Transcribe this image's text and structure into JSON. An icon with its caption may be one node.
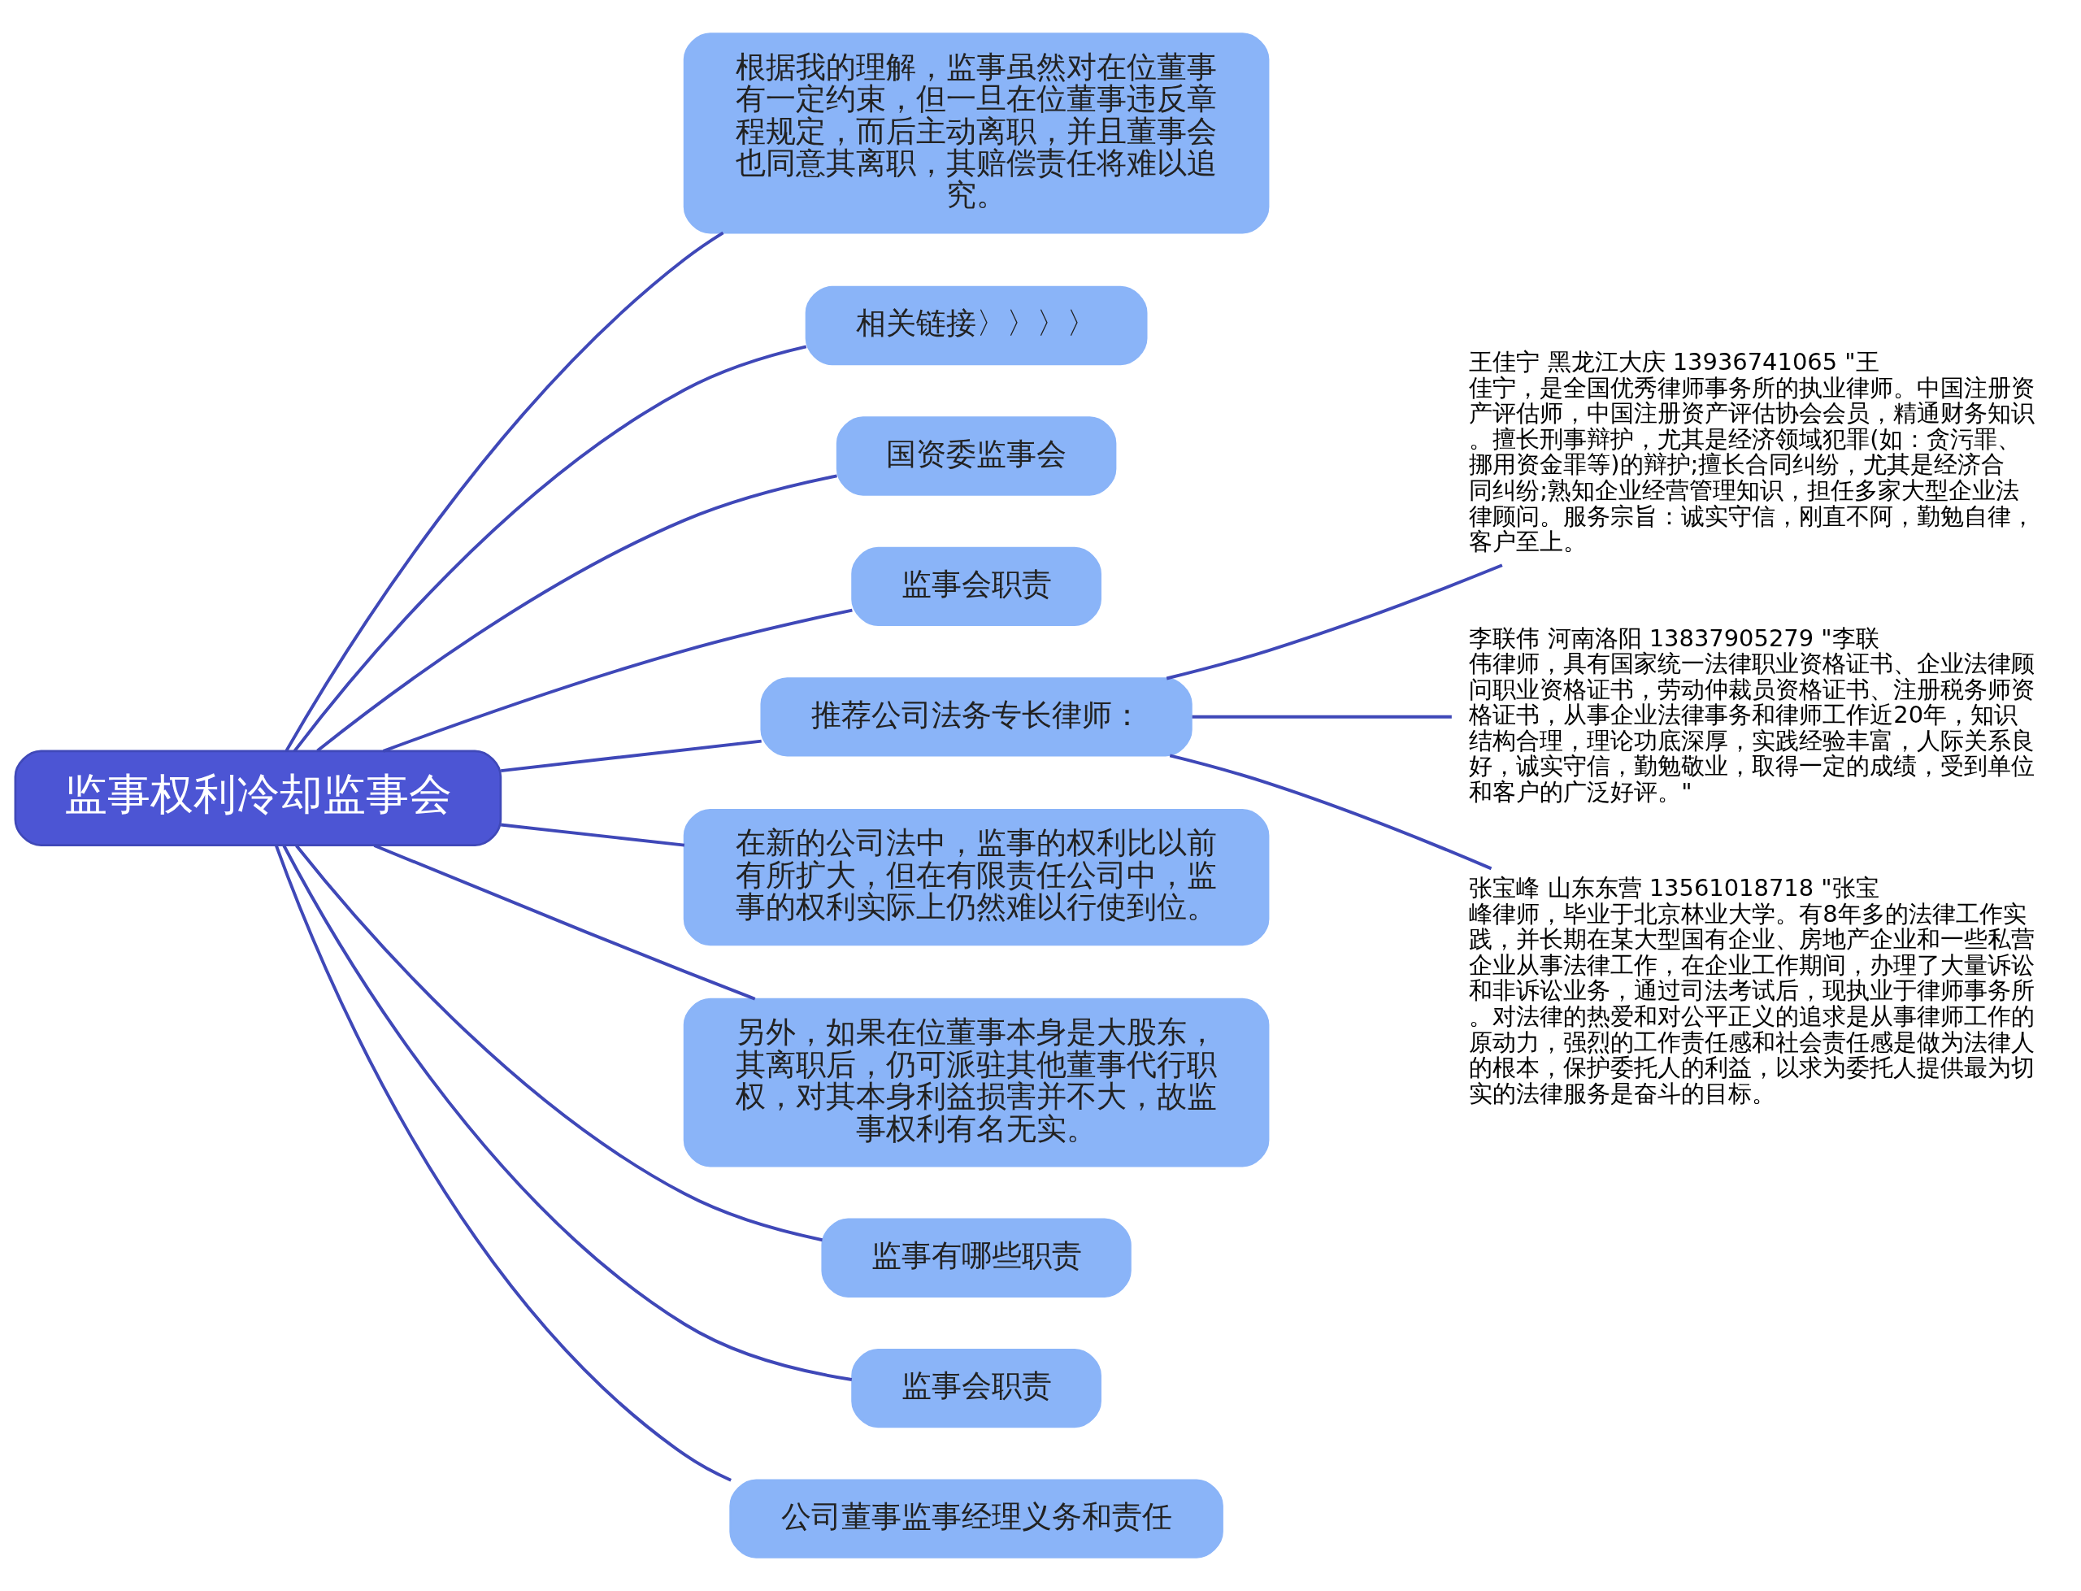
{
  "diagram": {
    "nodes": [
      {
        "text": [
          "监事权利冷却监事会"
        ]
      },
      {
        "text": [
          "根据我的理解，监事虽然对在位董事有一定约束，但一旦在位董事违反章程规定，而后主动离职，并且董事会也同意其离职，其赔偿责任将难以追究。"
        ]
      },
      {
        "text": [
          "相关链接〉〉〉〉"
        ]
      },
      {
        "text": [
          "国资委监事会"
        ]
      },
      {
        "text": [
          "监事会职责"
        ]
      },
      {
        "text": [
          "推荐公司法务专长律师："
        ]
      },
      {
        "text": [
          "王佳宁 黑龙江大庆 13936741065 \"王佳宁，是全国优秀律师事务所的执业律师。中国注册资产评估师，中国注册资产评估协会会员，精通财务知识。擅长刑事辩护，尤其是经济领域犯罪(如：贪污罪、挪用资金罪等)的辩护;擅长合同纠纷，尤其是经济合同纠纷;熟知企业经营管理知识，担任多家大型企业法律顾问。服务宗旨：诚实守信，刚直不阿，勤勉自律，客户至上。"
        ]
      },
      {
        "text": [
          "李联伟 河南洛阳 13837905279 \"李联伟律师，具有国家统一法律职业资格证书、企业法律顾问职业资格证书，劳动仲裁员资格证书、注册税务师资格证书，从事企业法律事务和律师工作近20年，知识结构合理，理论功底深厚，实践经验丰富，人际关系良好，诚实守信，勤勉敬业，取得一定的成绩，受到单位和客户的广泛好评。\""
        ]
      },
      {
        "text": [
          "张宝峰 山东东营 13561018718 \"张宝峰律师，毕业于北京林业大学。有8年多的法律工作实践，并长期在某大型国有企业、房地产企业和一些私营企业从事法律工作，在企业工作期间，办理了大量诉讼和非诉讼业务，通过司法考试后，现执业于律师事务所。对法律的热爱和对公平正义的追求是从事律师工作的原动力，强烈的工作责任感和社会责任感是做为法律人的根本，保护委托人的利益，以求为委托人提供最为切实的法律服务是奋斗的目标。"
        ]
      },
      {
        "text": [
          "在新的公司法中，监事的权利比以前有所扩大，但在有限责任公司中，监事的权利实际上仍然难以行使到位。"
        ]
      },
      {
        "text": [
          "另外，如果在位董事本身是大股东，其离职后，仍可派驻其他董事代行职权，对其本身利益损害并不大，故监事权利有名无实。"
        ]
      },
      {
        "text": [
          "监事有哪些职责"
        ]
      },
      {
        "text": [
          "监事会职责"
        ]
      },
      {
        "text": [
          "公司董事监事经理义务和责任"
        ]
      }
    ],
    "edges": [
      {
        "from": 0,
        "to": 1,
        "arrow": "none"
      },
      {
        "from": 0,
        "to": 2,
        "arrow": "none"
      },
      {
        "from": 0,
        "to": 3,
        "arrow": "none"
      },
      {
        "from": 0,
        "to": 4,
        "arrow": "none"
      },
      {
        "from": 0,
        "to": 5,
        "arrow": "none"
      },
      {
        "from": 5,
        "to": 6,
        "arrow": "none"
      },
      {
        "from": 5,
        "to": 7,
        "arrow": "none"
      },
      {
        "from": 5,
        "to": 8,
        "arrow": "none"
      },
      {
        "from": 0,
        "to": 9,
        "arrow": "none"
      },
      {
        "from": 0,
        "to": 10,
        "arrow": "none"
      },
      {
        "from": 0,
        "to": 11,
        "arrow": "none"
      },
      {
        "from": 0,
        "to": 12,
        "arrow": "none"
      },
      {
        "from": 0,
        "to": 13,
        "arrow": "none"
      }
    ]
  }
}
